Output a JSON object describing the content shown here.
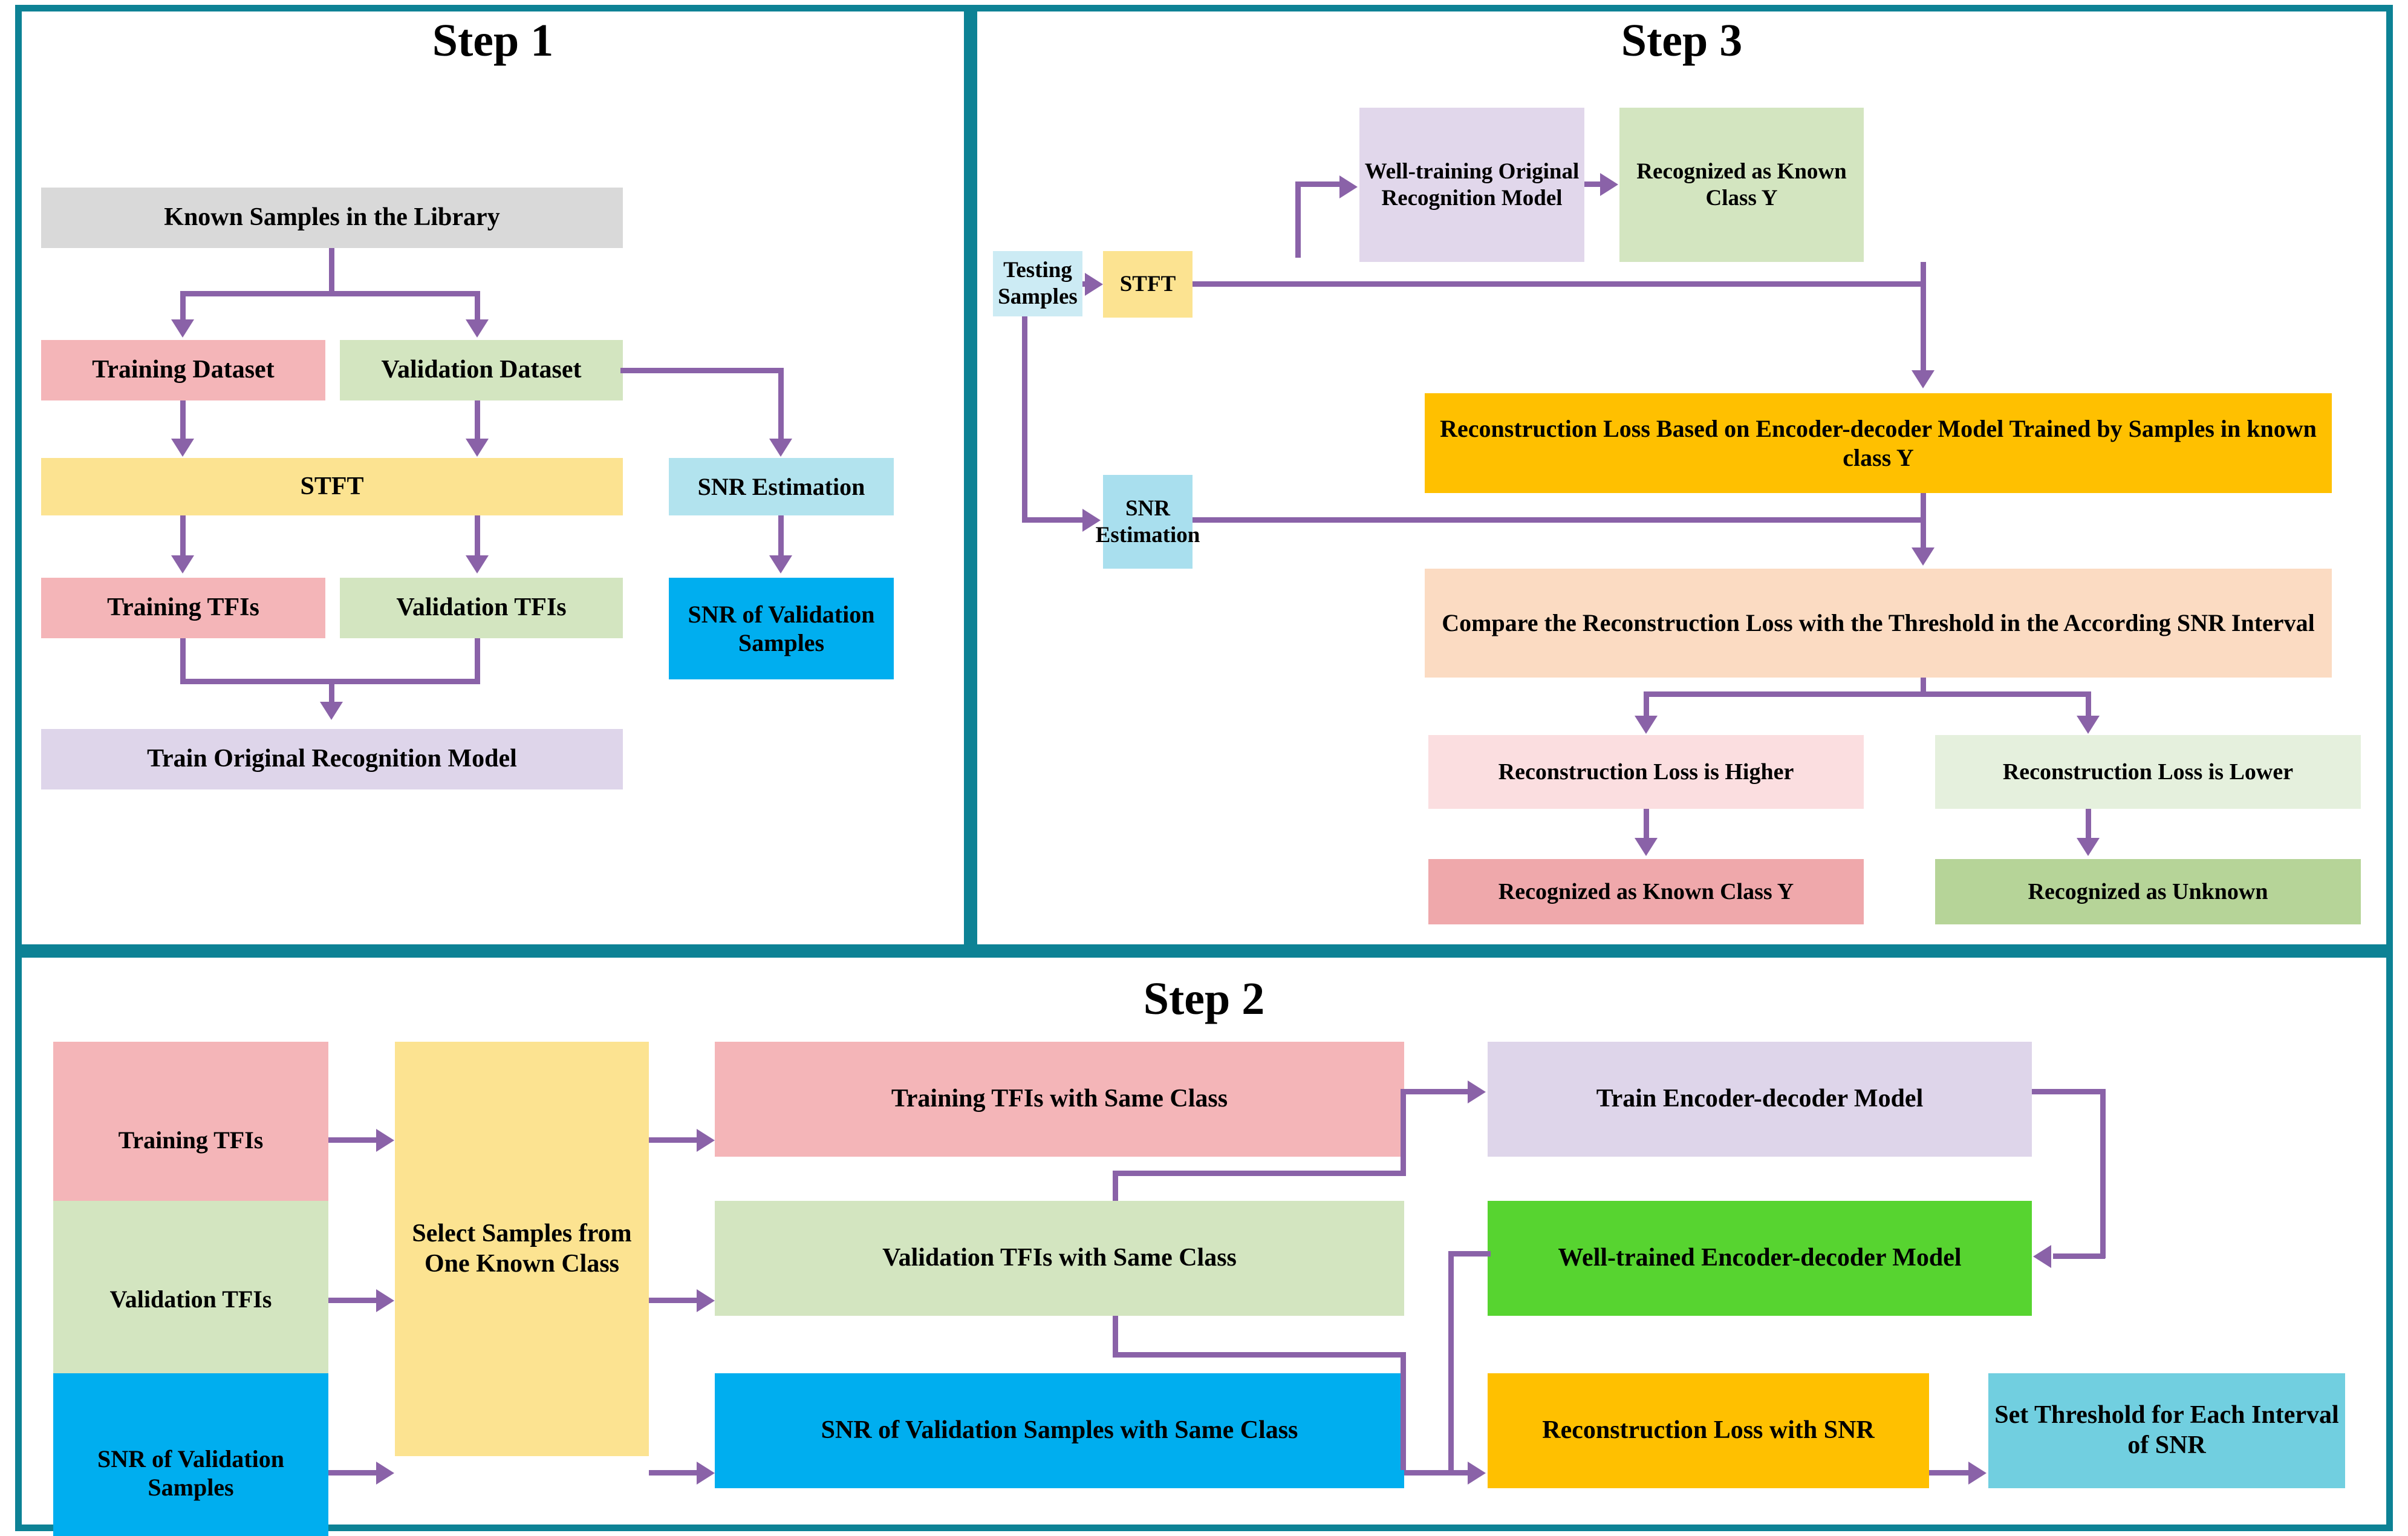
{
  "figure": {
    "frame_color": "#0d8295",
    "arrow_color": "#8a62a8",
    "background": "#ffffff"
  },
  "panels": {
    "step1": {
      "title": "Step 1",
      "boxes": [
        {
          "id": "known-samples",
          "label": "Known Samples in the Library",
          "color": "#d9d9d9"
        },
        {
          "id": "training-dataset",
          "label": "Training Dataset",
          "color": "#f4b5b8"
        },
        {
          "id": "validation-dataset",
          "label": "Validation Dataset",
          "color": "#d3e5c0"
        },
        {
          "id": "stft",
          "label": "STFT",
          "color": "#fce391"
        },
        {
          "id": "snr-estimation",
          "label": "SNR Estimation",
          "color": "#b2e3ee"
        },
        {
          "id": "training-tfis",
          "label": "Training TFIs",
          "color": "#f4b5b8"
        },
        {
          "id": "validation-tfis",
          "label": "Validation TFIs",
          "color": "#d3e5c0"
        },
        {
          "id": "snr-of-validation-samples",
          "label": "SNR of Validation Samples",
          "color": "#00aeef"
        },
        {
          "id": "train-original-model",
          "label": "Train Original Recognition Model",
          "color": "#ded5ea"
        }
      ]
    },
    "step3": {
      "title": "Step 3",
      "boxes": [
        {
          "id": "testing-samples",
          "label": "Testing Samples",
          "color": "#ccebf4"
        },
        {
          "id": "stft",
          "label": "STFT",
          "color": "#fce391"
        },
        {
          "id": "well-training-model",
          "label": "Well-training Original Recognition Model",
          "color": "#e1d7eb"
        },
        {
          "id": "recognized-known-y-top",
          "label": "Recognized as Known Class Y",
          "color": "#d3e5c0"
        },
        {
          "id": "snr-estimation",
          "label": "SNR Estimation",
          "color": "#a9dfee"
        },
        {
          "id": "reconstruction-loss-model",
          "label": "Reconstruction Loss Based on Encoder-decoder Model Trained by Samples in known class Y",
          "color": "#ffc000"
        },
        {
          "id": "compare-threshold",
          "label": "Compare the Reconstruction Loss with the Threshold in the According SNR Interval",
          "color": "#fbdbc2"
        },
        {
          "id": "loss-higher",
          "label": "Reconstruction Loss is Higher",
          "color": "#fbdee0"
        },
        {
          "id": "loss-lower",
          "label": "Reconstruction Loss is Lower",
          "color": "#e5f0dd"
        },
        {
          "id": "recognized-known-y-bottom",
          "label": "Recognized as Known Class Y",
          "color": "#efa8ab"
        },
        {
          "id": "recognized-unknown",
          "label": "Recognized as Unknown",
          "color": "#b6d498"
        }
      ]
    },
    "step2": {
      "title": "Step 2",
      "boxes": [
        {
          "id": "training-tfis",
          "label": "Training TFIs",
          "color": "#f4b5b8"
        },
        {
          "id": "validation-tfis",
          "label": "Validation TFIs",
          "color": "#d3e5c0"
        },
        {
          "id": "snr-of-validation-samples",
          "label": "SNR of Validation Samples",
          "color": "#00aeef"
        },
        {
          "id": "select-samples",
          "label": "Select Samples from One Known Class",
          "color": "#fce391"
        },
        {
          "id": "training-tfis-same-class",
          "label": "Training TFIs with Same Class",
          "color": "#f4b5b8"
        },
        {
          "id": "validation-tfis-same-class",
          "label": "Validation TFIs with Same Class",
          "color": "#d3e5c0"
        },
        {
          "id": "snr-validation-same-class",
          "label": "SNR of Validation Samples with Same Class",
          "color": "#00aeef"
        },
        {
          "id": "train-encoder-decoder",
          "label": "Train Encoder-decoder Model",
          "color": "#ded5ea"
        },
        {
          "id": "well-trained-encoder-decoder",
          "label": "Well-trained Encoder-decoder Model",
          "color": "#57d430"
        },
        {
          "id": "reconstruction-loss-snr",
          "label": "Reconstruction Loss with SNR",
          "color": "#ffc000"
        },
        {
          "id": "set-threshold",
          "label": "Set Threshold for Each Interval of SNR",
          "color": "#71cfe0"
        }
      ]
    }
  }
}
